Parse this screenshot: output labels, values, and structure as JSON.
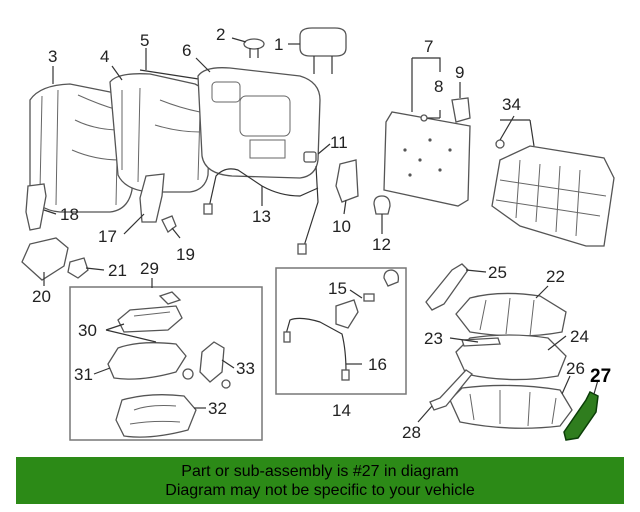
{
  "diagram": {
    "callouts": [
      "1",
      "2",
      "3",
      "4",
      "5",
      "6",
      "7",
      "8",
      "9",
      "10",
      "11",
      "12",
      "13",
      "14",
      "15",
      "16",
      "17",
      "18",
      "19",
      "20",
      "21",
      "22",
      "23",
      "24",
      "25",
      "26",
      "27",
      "28",
      "29",
      "30",
      "31",
      "32",
      "33",
      "34"
    ],
    "highlight_part": "27",
    "highlight_color": "#2f7d1e"
  },
  "banner": {
    "line1": "Part or sub-assembly is #27 in diagram",
    "line2": "Diagram may not be specific to your vehicle",
    "background": "#2c8a17"
  }
}
